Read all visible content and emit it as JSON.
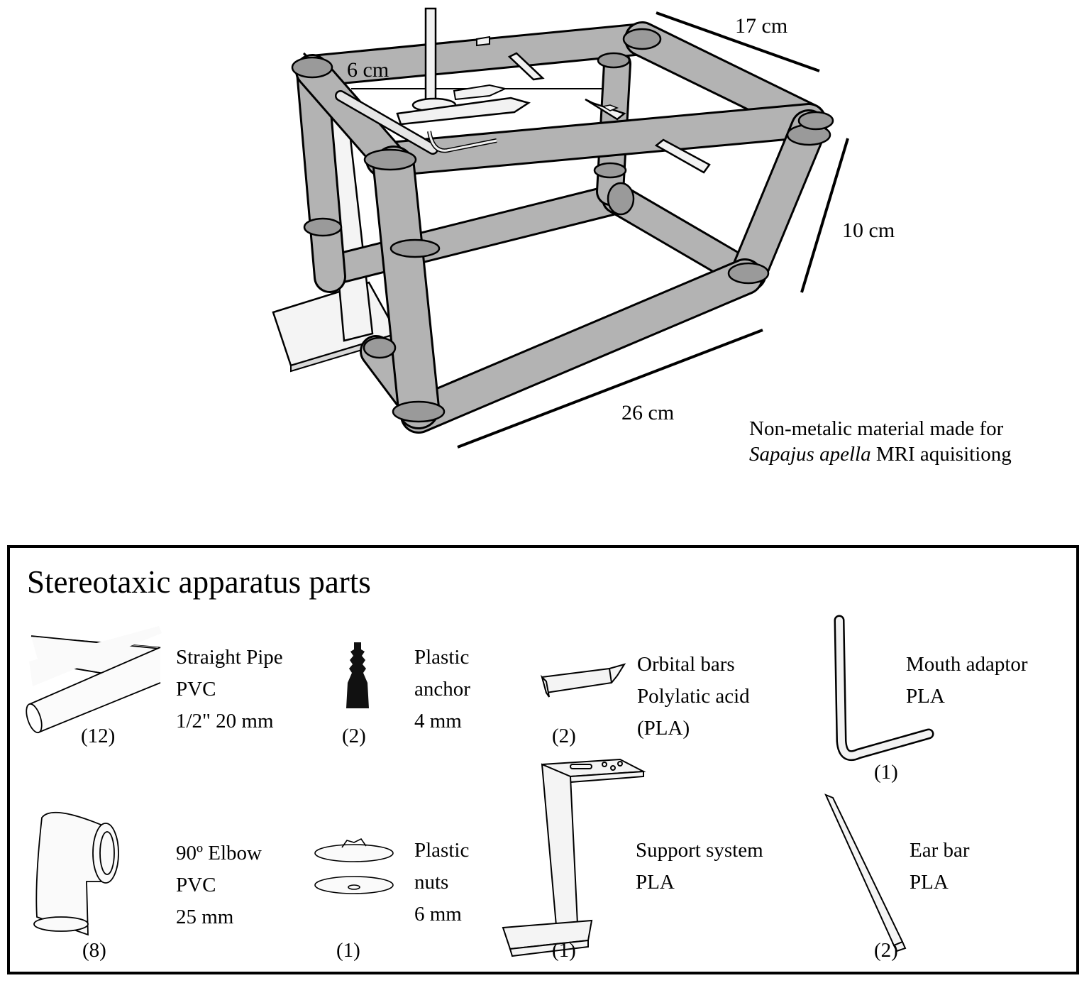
{
  "figure": {
    "dimensions": {
      "width": "17 cm",
      "depth": "6 cm",
      "height": "10 cm",
      "length": "26 cm"
    },
    "caption": {
      "line1": "Non-metalic material made for",
      "species": "Sapajus apella",
      "line2_rest": " MRI aquisitiong"
    }
  },
  "parts_panel": {
    "title": "Stereotaxic apparatus parts",
    "parts": [
      {
        "name": "straight-pipe",
        "lines": [
          "Straight Pipe",
          "PVC",
          "1/2\" 20 mm"
        ],
        "count": "(12)"
      },
      {
        "name": "plastic-anchor",
        "lines": [
          "Plastic",
          "anchor",
          "4 mm"
        ],
        "count": "(2)"
      },
      {
        "name": "orbital-bars",
        "lines": [
          "Orbital bars",
          "Polylatic acid",
          "(PLA)"
        ],
        "count": "(2)"
      },
      {
        "name": "mouth-adaptor",
        "lines": [
          "Mouth adaptor",
          "PLA"
        ],
        "count": "(1)"
      },
      {
        "name": "elbow",
        "lines": [
          "90º Elbow",
          "PVC",
          "25 mm"
        ],
        "count": "(8)"
      },
      {
        "name": "plastic-nuts",
        "lines": [
          "Plastic",
          "nuts",
          "6 mm"
        ],
        "count": "(1)"
      },
      {
        "name": "support-system",
        "lines": [
          "Support system",
          "PLA"
        ],
        "count": "(1)"
      },
      {
        "name": "ear-bar",
        "lines": [
          "Ear bar",
          "PLA"
        ],
        "count": "(2)"
      }
    ]
  },
  "colors": {
    "pipe": "#b3b3b3",
    "pipe_dark": "#8f8f8f",
    "outline": "#000000",
    "part_fill": "#f2f2f2"
  }
}
